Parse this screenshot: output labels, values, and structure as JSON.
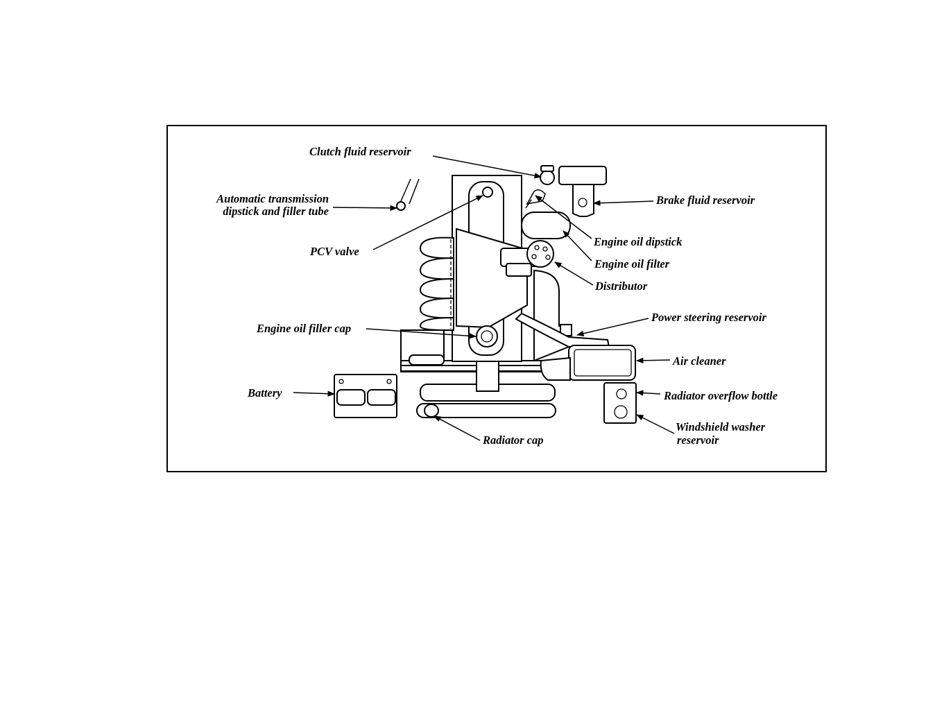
{
  "labels": {
    "clutch_fluid_reservoir": "Clutch fluid reservoir",
    "auto_trans_line1": "Automatic transmission",
    "auto_trans_line2": "dipstick and filler tube",
    "brake_fluid_reservoir": "Brake fluid reservoir",
    "pcv_valve": "PCV valve",
    "engine_oil_dipstick": "Engine oil dipstick",
    "engine_oil_filter": "Engine oil filter",
    "distributor": "Distributor",
    "engine_oil_filler_cap": "Engine oil filler cap",
    "power_steering_reservoir": "Power steering reservoir",
    "air_cleaner": "Air cleaner",
    "battery": "Battery",
    "radiator_overflow_bottle": "Radiator overflow bottle",
    "windshield_line1": "Windshield washer",
    "windshield_line2": "reservoir",
    "radiator_cap": "Radiator cap"
  },
  "colors": {
    "ink": "#000000",
    "paper": "#ffffff"
  }
}
